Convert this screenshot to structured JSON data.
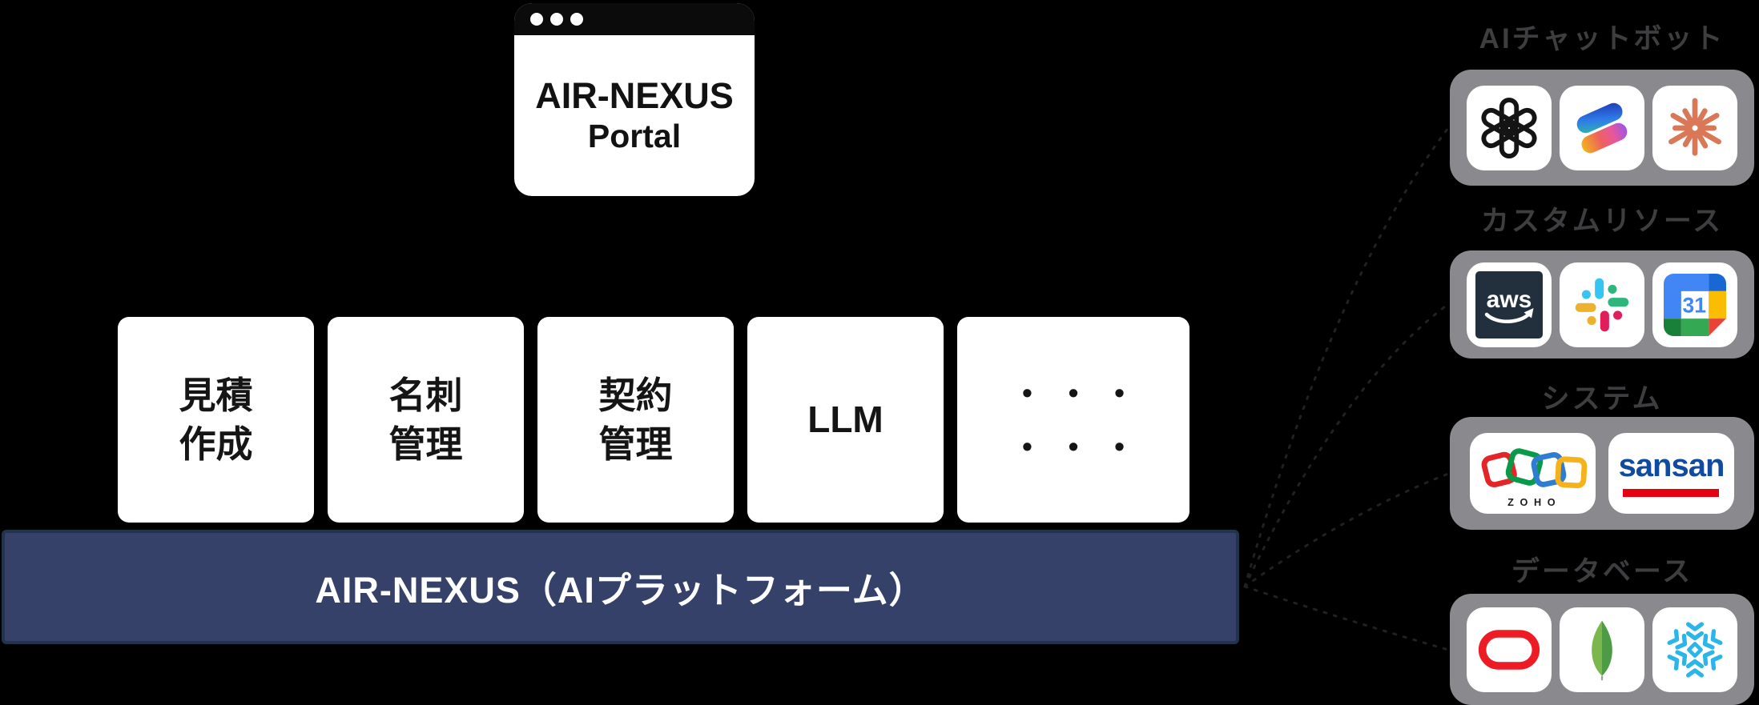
{
  "portal": {
    "line1": "AIR-NEXUS",
    "line2": "Portal"
  },
  "modules": [
    {
      "label": "見積\n作成"
    },
    {
      "label": "名刺\n管理"
    },
    {
      "label": "契約\n管理"
    },
    {
      "label": "LLM"
    },
    {
      "label": "•••\n•••"
    }
  ],
  "platform": {
    "label": "AIR-NEXUS（AIプラットフォーム）"
  },
  "groups": [
    {
      "label": "AIチャットボット",
      "icons": [
        "openai",
        "microsoft-copilot",
        "claude"
      ]
    },
    {
      "label": "カスタムリソース",
      "icons": [
        "aws",
        "slack",
        "google-calendar"
      ]
    },
    {
      "label": "システム",
      "icons": [
        "zoho",
        "sansan"
      ]
    },
    {
      "label": "データベース",
      "icons": [
        "oracle",
        "mongodb",
        "snowflake"
      ]
    }
  ],
  "brands": {
    "aws_text": "aws",
    "google_calendar_day": "31",
    "zoho_text": "ZOHO",
    "sansan_text": "sansan"
  },
  "colors": {
    "background": "#000000",
    "platform_bar": "#364169",
    "platform_border": "#20354C",
    "group_container": "#8A8A8E",
    "group_label": "#3E3E40",
    "claude_orange": "#D97757",
    "snowflake_blue": "#2BB5E8",
    "oracle_red": "#ED1B24",
    "sansan_blue": "#114A9E",
    "sansan_red": "#E60012"
  }
}
